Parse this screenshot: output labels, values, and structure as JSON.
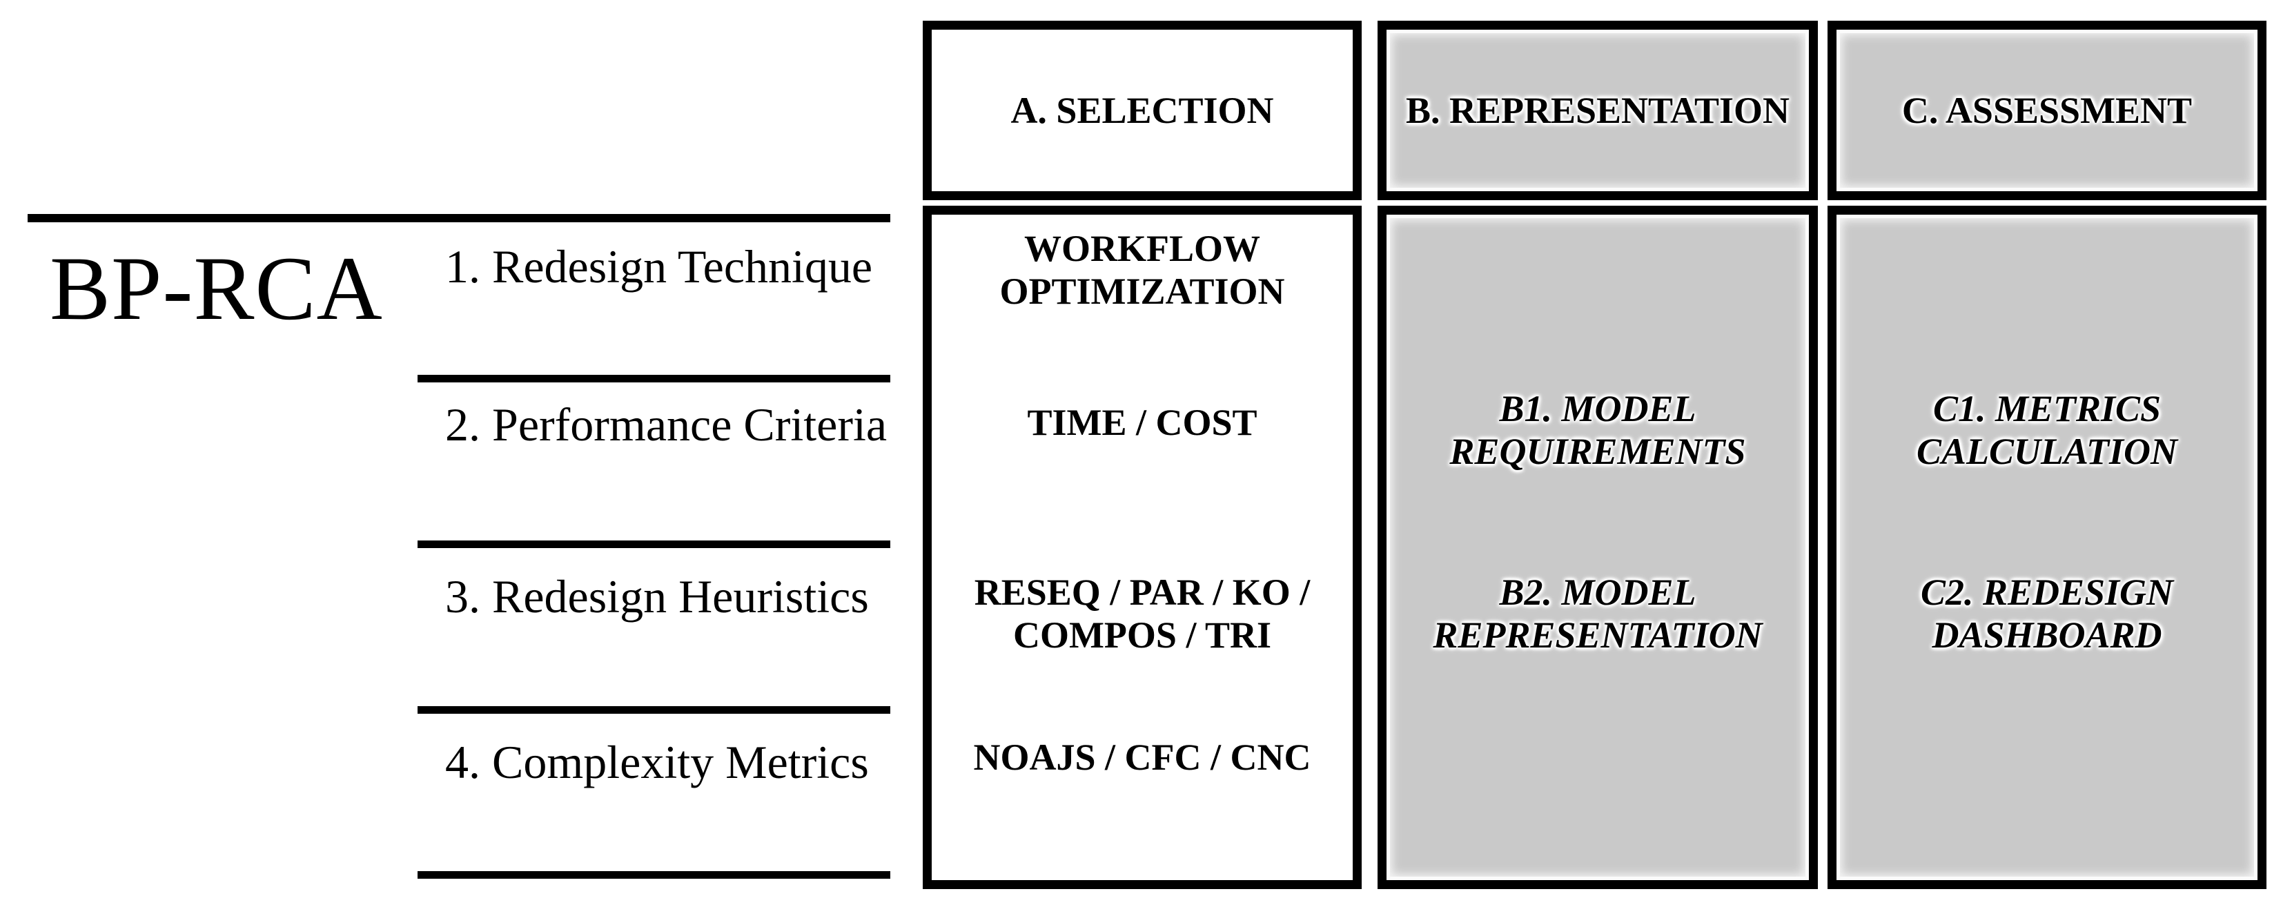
{
  "framework": {
    "title": "BP-RCA"
  },
  "rows": [
    {
      "label": "1. Redesign Technique"
    },
    {
      "label": "2. Performance Criteria"
    },
    {
      "label": "3. Redesign Heuristics"
    },
    {
      "label": "4. Complexity Metrics"
    }
  ],
  "columns": {
    "a": {
      "header": "A. SELECTION",
      "cells": {
        "row1": {
          "line1": "WORKFLOW",
          "line2": "OPTIMIZATION"
        },
        "row2": {
          "line1": "TIME / COST"
        },
        "row3": {
          "line1": "RESEQ / PAR / KO /",
          "line2": "COMPOS / TRI"
        },
        "row4": {
          "line1": "NOAJS / CFC / CNC"
        }
      }
    },
    "b": {
      "header": "B. REPRESENTATION",
      "cells": {
        "b1": {
          "line1": "B1. MODEL",
          "line2": "REQUIREMENTS"
        },
        "b2": {
          "line1": "B2. MODEL",
          "line2": "REPRESENTATION"
        }
      }
    },
    "c": {
      "header": "C. ASSESSMENT",
      "cells": {
        "c1": {
          "line1": "C1. METRICS",
          "line2": "CALCULATION"
        },
        "c2": {
          "line1": "C2. REDESIGN",
          "line2": "DASHBOARD"
        }
      }
    }
  },
  "colors": {
    "background": "#ffffff",
    "line_and_border": "#000000",
    "gray_box_fill": "#c9c9c9",
    "gray_box_inner_edge": "#fbfbfb"
  }
}
